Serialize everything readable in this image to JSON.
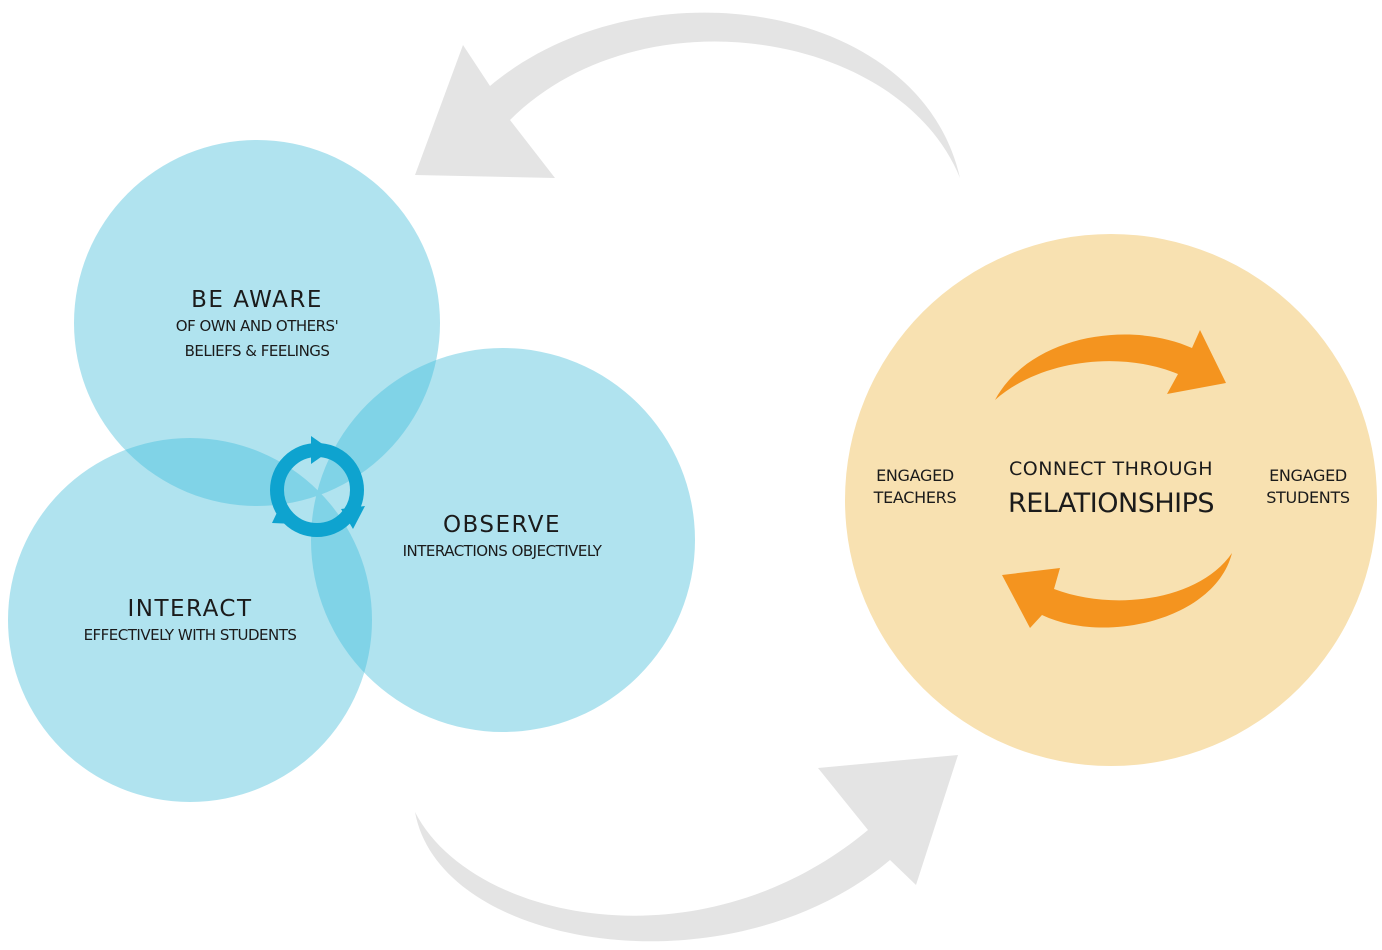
{
  "colors": {
    "circle_blue": "#b0e3ef",
    "overlap_blue": "#80d3e7",
    "cycle_icon": "#0ea3cf",
    "circle_peach": "#f8e1b1",
    "arrow_orange": "#f4941f",
    "arrow_gray": "#e4e4e4",
    "text": "#1b1b1b"
  },
  "icons": [
    "cycle-arrows-icon",
    "curved-arrow-icon"
  ],
  "awareness": {
    "title": "BE AWARE",
    "line1": "OF OWN AND OTHERS'",
    "line2": "BELIEFS & FEELINGS"
  },
  "observe": {
    "title": "OBSERVE",
    "line1": "INTERACTIONS OBJECTIVELY"
  },
  "interact": {
    "title": "INTERACT",
    "line1": "EFFECTIVELY WITH STUDENTS"
  },
  "connect": {
    "line1": "CONNECT THROUGH",
    "line2": "RELATIONSHIPS",
    "left_line1": "ENGAGED",
    "left_line2": "TEACHERS",
    "right_line1": "ENGAGED",
    "right_line2": "STUDENTS"
  }
}
